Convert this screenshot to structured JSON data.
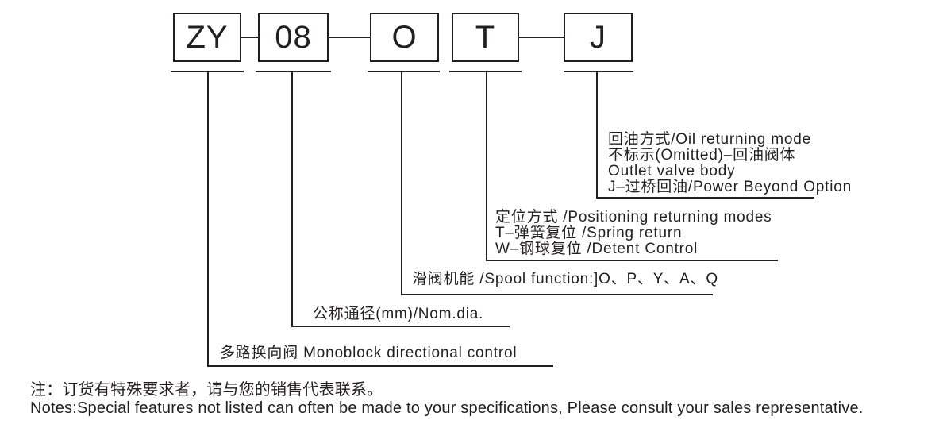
{
  "colors": {
    "ink": "#231f20",
    "background": "#ffffff"
  },
  "model_code": {
    "boxes": [
      "ZY",
      "08",
      "O",
      "T",
      "J"
    ]
  },
  "descriptions": {
    "oil_returning_mode": {
      "lines": [
        "回油方式/Oil returning mode",
        "不标示(Omitted)–回油阀体",
        "Outlet valve body",
        "J–过桥回油/Power Beyond Option"
      ]
    },
    "positioning_mode": {
      "lines": [
        "定位方式 /Positioning returning modes",
        "T–弹簧复位 /Spring return",
        "W–钢球复位 /Detent Control"
      ]
    },
    "spool_function": {
      "lines": [
        "滑阀机能 /Spool function:]O、P、Y、A、Q"
      ]
    },
    "nominal_diameter": {
      "lines": [
        "公称通径(mm)/Nom.dia."
      ]
    },
    "monoblock": {
      "lines": [
        "多路换向阀 Monoblock directional control"
      ]
    }
  },
  "notes": {
    "line1": "注：订货有特殊要求者，请与您的销售代表联系。",
    "line2": "Notes:Special features not listed can often be made to your specifications, Please consult your sales representative."
  }
}
